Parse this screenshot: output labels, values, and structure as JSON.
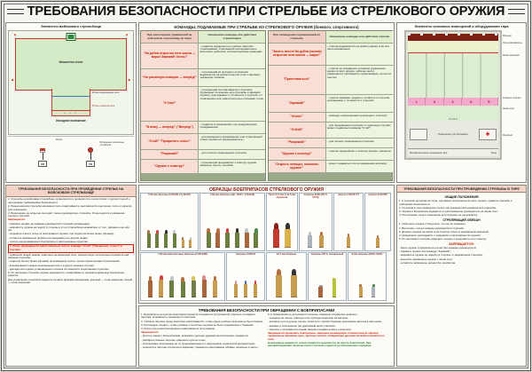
{
  "title": "ТРЕБОВАНИЯ БЕЗОПАСНОСТИ ПРИ СТРЕЛЬБЕ ИЗ СТРЕЛКОВОГО ОРУЖИЯ",
  "range": {
    "title": "Элементы войскового стрельбища",
    "field_label": "Мишенное поле",
    "cease_line": "Рубеж прекращения огня",
    "open_line": "Рубеж открытия огня",
    "start_label": "Исходное положение",
    "shooters_dots": "• • •",
    "flags_label": "Флаги",
    "kp": "КП",
    "up": "УП",
    "signal_label": "Визуальные сигнальные устройства",
    "arrow": "▲"
  },
  "tir": {
    "title": "Элементы основных помещений и оборудования тира",
    "lanes": [
      "1",
      "2",
      "3",
      "4",
      "5"
    ],
    "distance": "15–25 м",
    "room_center": "Помещение для обучаемых",
    "aux": "Вспомогательные помещения тира",
    "entrance": "Вход",
    "cross": "✚",
    "side_labels": [
      "Мишени",
      "Пулеулавливатель",
      "Линия мишеней",
      "Огневые позиции",
      "Линия огня",
      "Медпункт"
    ]
  },
  "commands": {
    "title": "КОМАНДЫ, ПОДАВАЕМЫЕ ПРИ СТРЕЛЬБЕ ИЗ СТРЕЛКОВОГО ОРУЖИЯ (боевого, спортивного)",
    "h_left_cmd": "При выполнении упражнений на войсковом стрельбище (в тире)",
    "h_left_desc": "Назначение команды или действия стреляющего",
    "h_right_cmd": "При проведении соревнований по стрельбе",
    "h_right_desc": "Назначение команды или действия стрелка",
    "left": [
      {
        "cmd": "\"На рубеж открытия огня шагом — марш! Заряжай! Огонь!\"",
        "desc": "- подаётся раздельно на учебных занятиях (тренировках); стреляющий последовательно выполняет действия, соответствующие командам"
      },
      {
        "cmd": "\"На указанную позицию — вперёд!\"",
        "desc": "- стреляющий из исходного положения выдвигается на рубеж открытия огня и занимает указанную позицию"
      },
      {
        "cmd": "\"К бою!\"",
        "desc": "- стреляющий изготавливается к стрельбе (принимает положение для стрельбы и заряжает оружие), докладывает о готовности к стрельбе и с появлением цели самостоятельно открывает огонь"
      },
      {
        "cmd": "\"В атаку — вперёд!\" (\"Вперёд!\")",
        "desc": "- подаётся в упражнениях, где предусмотрено передвижение"
      },
      {
        "cmd": "\"Стой!\" \"Прекратить огонь!\"",
        "desc": "- для временного прекращения огня (стреляющий ставит оружие на предохранитель)"
      },
      {
        "cmd": "\"Разряжай!\"",
        "desc": "- для полного прекращения стрельбы"
      },
      {
        "cmd": "\"Оружие к осмотру!\"",
        "desc": "- стреляющий предъявляет к осмотру оружие, магазины (ленты, коробки)"
      }
    ],
    "right": [
      {
        "cmd": "\"Занять места! На рубеж (линию) открытия огня шагом — марш!\"",
        "desc": "- стрелки выдвигаются на рубеж (линию) огня или свои направления"
      },
      {
        "cmd": "\"Приготовиться!\"",
        "desc": "- стрелок за отведённое условием упражнения время готовит оружие, рабочее место; разрешается производить прицеливание, холостые щелчки"
      },
      {
        "cmd": "\"Заряжай!\"",
        "desc": "- стрелок заряжает оружие и готовится к стрельбе, докладывает о готовности к стрельбе"
      },
      {
        "cmd": "\"Огонь!\"",
        "desc": "- команда, разрешающая производить стрельбу"
      },
      {
        "cmd": "\"Отбой!\"",
        "desc": "- для прекращения стрельбы; в отдельных случаях может подаваться команда \"Стой!\""
      },
      {
        "cmd": "\"Разряжай!\"",
        "desc": "- для полного прекращения стрельбы"
      },
      {
        "cmd": "\"Оружие к осмотру!\"",
        "desc": "- стрелок предъявляет к осмотру оружие, магазины"
      },
      {
        "cmd": "\"Открыть затворы, положить оружие!\"",
        "desc": "- может подаваться после разряжания винтовок"
      }
    ]
  },
  "ammo": {
    "title": "ОБРАЗЦЫ БОЕПРИПАСОВ СТРЕЛКОВОГО ОРУЖИЯ",
    "panels": [
      {
        "label": "5,45-мм патроны (5,45х39 и 5,45х18)",
        "carts": [
          [
            4,
            15,
            "#6b7f3e",
            4,
            "#b5713f"
          ],
          [
            4,
            15,
            "#6b7f3e",
            4,
            "#d64040"
          ],
          [
            4,
            15,
            "#6b7f3e",
            4,
            "#333333"
          ],
          [
            4,
            15,
            "#6b7f3e",
            4,
            "#c0c5ca"
          ],
          [
            3,
            8,
            "#c79c4e",
            3,
            "#b5713f"
          ],
          [
            3,
            8,
            "#c79c4e",
            3,
            "#c0c5ca"
          ]
        ]
      },
      {
        "label": "7,62-мм патроны обр. 1943 г. (7,62х39)",
        "carts": [
          [
            5,
            16,
            "#6b7f3e",
            5,
            "#b5713f"
          ],
          [
            5,
            16,
            "#a9663c",
            5,
            "#b5713f"
          ],
          [
            5,
            16,
            "#6b7f3e",
            5,
            "#d64040"
          ],
          [
            5,
            16,
            "#6b7f3e",
            5,
            "#333333"
          ],
          [
            5,
            16,
            "#a9663c",
            5,
            "#c0c5ca"
          ],
          [
            5,
            16,
            "#6b7f3e",
            5,
            "#4a8a4a"
          ]
        ]
      },
      {
        "label": "Пули 12,7-мм и 14,5-мм патронов",
        "carts": [
          [
            7,
            20,
            "#c23b2e",
            7,
            "#8a1d12"
          ],
          [
            7,
            20,
            "#d9b04a",
            7,
            "#333333"
          ]
        ]
      },
      {
        "label": "патроны 9х39 (СП-5, СП-6)",
        "carts": [
          [
            5,
            13,
            "#adb3b8",
            4,
            "#c0c5ca"
          ],
          [
            5,
            13,
            "#c79c4e",
            4,
            "#b5713f"
          ]
        ]
      },
      {
        "label": "патрон 7,62х25 ТТ",
        "carts": [
          [
            4,
            11,
            "#c79c4e",
            4,
            "#b5713f"
          ]
        ]
      },
      {
        "label": "патрон 9х18 ПМ",
        "carts": [
          [
            4,
            10,
            "#c79c4e",
            3,
            "#b5713f"
          ]
        ]
      },
      {
        "label": "7,62-мм винтовочные патроны (7,62х54R)",
        "carts": [
          [
            5,
            18,
            "#a9663c",
            5,
            "#b5713f"
          ],
          [
            5,
            19,
            "#c79c4e",
            5,
            "#d64040"
          ],
          [
            5,
            18,
            "#6b7f3e",
            5,
            "#c0c5ca"
          ],
          [
            5,
            17,
            "#6b7f3e",
            5,
            "#b5713f"
          ],
          [
            5,
            18,
            "#73804a",
            5,
            "#d9c050"
          ],
          [
            5,
            19,
            "#a9663c",
            5,
            "#e08f8f"
          ],
          [
            5,
            18,
            "#c79c4e",
            5,
            "#b5713f"
          ]
        ]
      },
      {
        "label": "патроны 5,56х45",
        "carts": [
          [
            4,
            14,
            "#c79c4e",
            4,
            "#e08f8f"
          ],
          [
            4,
            14,
            "#c79c4e",
            4,
            "#4a6ab0"
          ],
          [
            4,
            14,
            "#c79c4e",
            4,
            "#d64040"
          ]
        ]
      },
      {
        "label": "12,7-мм патроны",
        "carts": [
          [
            7,
            24,
            "#c79c4e",
            7,
            "#b5713f"
          ],
          [
            7,
            24,
            "#c79c4e",
            7,
            "#333333"
          ]
        ]
      },
      {
        "label": "патроны СП-4, сигнальный",
        "carts": [
          [
            5,
            11,
            "#a9663c",
            2,
            "#8f969c"
          ],
          [
            4,
            20,
            "#b8c23a",
            1,
            "#b8c23a"
          ]
        ]
      },
      {
        "label": "9-мм патроны (9х19, 9х21)",
        "carts": [
          [
            4,
            11,
            "#c79c4e",
            3,
            "#b5713f"
          ],
          [
            4,
            11,
            "#adb3b8",
            3,
            "#4a8a4a"
          ]
        ]
      }
    ]
  },
  "handling": {
    "title": "ТРЕБОВАНИЯ БЕЗОПАСНОСТИ ПРИ ОБРАЩЕНИИ С БОЕПРИПАСАМИ",
    "col1": [
      {
        "t": "1. Боеприпасы на пунктах боепитания хранятся и выдаются (отпускаются) отдельно по видам и партиям, исправность проверяется осмотром."
      },
      {
        "t": "2. Учебные патроны перед занятием осматриваются, чтобы среди учебных патронов не было боевых."
      },
      {
        "t": "3. При выдаче следить, чтобы учебные и холостые патроны не были перемешаны с боевыми."
      },
      {
        "t": "4. После получения боеприпасы осматриваются получившим."
      },
      {
        "t": "Запрещается:",
        "s": "red"
      },
      {
        "t": "- бросать ящики с боеприпасами, вскрывать укупорку ударами металлических предметов;"
      },
      {
        "t": "- разбирать боевые патроны, извлекать пули из гильз;"
      },
      {
        "t": "- использовать боеприпасы не по предназначению и с нарушением технической документации;"
      },
      {
        "t": "- переносить патроны россыпью в карманах, применять неисправные обоймы, магазины и ленты."
      }
    ],
    "col2": [
      {
        "t": "5. К применению не допускаются патроны, имеющие следующие дефекты:"
      },
      {
        "t": "- трещины на гильзе, сквозную или глубокую коррозию на капсюле;"
      },
      {
        "t": "- шатание пули в дульце гильзы, помятости, препятствующие досыланию патрона в патронник;"
      },
      {
        "t": "- качание и позеленение (не удаляемый налёт) капсюля;"
      },
      {
        "t": "- патроны с осечками или иными явными следами налёта и коррозии."
      },
      {
        "t": "Запрещается применять боеприпасы, имеющие незаводскую отличительную окраску: окрашенные вершинки пуль, цветные пояски, обладающие другими метками неизвестного типа.",
        "s": "red"
      },
      {
        "t": "Боеприпасы выдаются только лицам (по ведомости) на пункте боепитания. При неизрасходовании патроны после стрельбы сдаются установленным порядком.",
        "s": "green"
      }
    ]
  },
  "range_rules": {
    "title": "ТРЕБОВАНИЯ БЕЗОПАСНОСТИ ПРИ ПРОВЕДЕНИИ СТРЕЛЬБ НА ВОЙСКОВОМ СТРЕЛЬБИЩЕ",
    "lines": [
      {
        "t": "1. Стрельбы на войсковом стрельбище организуются и проводятся в соответствии с курсом стрельб и настоящими требованиями безопасности."
      },
      {
        "t": "2. Перед началом стрельбы мишенное поле осматривается, выставляется оцепление, посты и укрытия для показчиков."
      },
      {
        "t": "3. Разрешение на открытие огня даёт только руководитель стрельбы. Огонь ведётся в указанном секторе стрельбы."
      },
      {
        "t": "Запрещается:",
        "s": "red"
      },
      {
        "t": "- заряжать оружие до команды руководителя стрельбы (командира);"
      },
      {
        "t": "- направлять оружие на людей, в стороны и в тыл стрельбища независимо от того, заряжено оно или нет;"
      },
      {
        "t": "- открывать и вести огонь из неисправного оружия, при поднятом белом флаге (фонаре);"
      },
      {
        "t": "- оставлять заряженное оружие или передавать его другим лицам;"
      },
      {
        "t": "- трогать неразорвавшиеся боеприпасы и имитационные средства;"
      },
      {
        "t": "4. Огонь прекращается самостоятельно или по команде \"Стой!\" (\"Прекратить огонь!\") в случаях:",
        "s": "redbox"
      },
      {
        "t": "- появления людей, машин, животных на мишенном поле, низколетящих летательных аппаратов над районом стрельбы;"
      },
      {
        "t": "- поднятия белого флага (фонаря) на командном пункте, потери ориентировки стреляющими;"
      },
      {
        "t": "- возникновения пожара на мишенном поле и в других опасных случаях;"
      },
      {
        "t": "- доклада или подачи установленного сигнала об опасности продолжения стрельбы."
      },
      {
        "t": "5. По окончании стрельбы оружие разряжается, осматривается, неизрасходованные боеприпасы сдаются."
      },
      {
        "t": "Для управления стрельбой подаются сигналы флагами (фонарями): красный — огонь разрешён, белый — огонь запрещён."
      }
    ]
  },
  "tir_rules": {
    "title": "ТРЕБОВАНИЯ БЕЗОПАСНОСТИ ПРИ ПРОВЕДЕНИИ СТРЕЛЬБЫ В ТИРЕ",
    "sub1": "ОБЩИЕ ПОЛОЖЕНИЯ",
    "lines1": [
      {
        "t": "1. К стрельбе допускаются лица, изучившие материальную часть оружия, правила стрельбы и требования безопасности."
      },
      {
        "t": "2. Стрельба в тире проводится только под руководством руководителя стрельбы."
      },
      {
        "t": "3. Оружие и боеприпасы выдаются по распоряжению руководителя на линии огня."
      },
      {
        "t": "4. Посторонние лица в помещение для стрельбы не допускаются."
      }
    ],
    "sub2": "СТРЕЛЯЮЩИЙ ОБЯЗАН",
    "lines2": [
      {
        "t": "1. Осмотреть оружие и убедиться, что оно не заряжено."
      },
      {
        "t": "2. Выполнять только команды руководителя стрельбы."
      },
      {
        "t": "3. Держать оружие на линии огня стволом только в направлении мишеней."
      },
      {
        "t": "4. Немедленно докладывать о задержках и неисправностях оружия."
      },
      {
        "t": "5. По окончании стрельбы разрядить оружие и предъявить его к осмотру."
      }
    ],
    "sub3": "ЗАПРЕЩАЕТСЯ:",
    "lines3": [
      {
        "t": "- брать оружие и прикасаться к нему без команды руководителя;"
      },
      {
        "t": "- заряжать оружие без команды \"Заряжай!\";"
      },
      {
        "t": "- направлять оружие на людей и в стороны от направления стрельбы;"
      },
      {
        "t": "- выносить заряженное оружие с линии огня;"
      },
      {
        "t": "- оставлять заряженное оружие без присмотра."
      }
    ]
  }
}
